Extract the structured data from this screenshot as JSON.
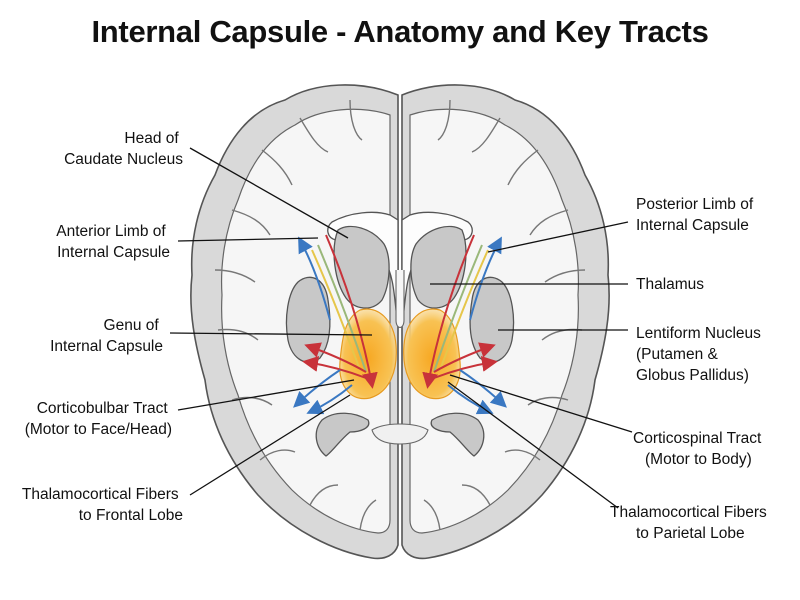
{
  "title": "Internal Capsule - Anatomy and Key Tracts",
  "labels": {
    "head_caudate": [
      "Head of",
      "Caudate Nucleus"
    ],
    "anterior_limb": [
      "Anterior Limb of",
      "Internal Capsule"
    ],
    "genu": [
      "Genu of",
      "Internal Capsule"
    ],
    "corticobulbar": [
      "Corticobulbar Tract",
      "(Motor to Face/Head)"
    ],
    "thalamocortical_frontal": [
      "Thalamocortical Fibers",
      "to Frontal Lobe"
    ],
    "posterior_limb": [
      "Posterior Limb of",
      "Internal Capsule"
    ],
    "thalamus": [
      "Thalamus"
    ],
    "lentiform": [
      "Lentiform Nucleus",
      "(Putamen &",
      "Globus Pallidus)"
    ],
    "corticospinal": [
      "Corticospinal Tract",
      "(Motor to Body)"
    ],
    "thalamocortical_parietal": [
      "Thalamocortical Fibers",
      "to Parietal Lobe"
    ]
  },
  "colors": {
    "brain_outer": "#d9d9d9",
    "white_matter": "#f6f6f6",
    "nuclei": "#c8c8c8",
    "capsule_highlight": "#f7b733",
    "tract_red": "#c8323a",
    "tract_blue": "#3a78c2",
    "tract_yellow": "#e6c64a",
    "tract_green": "#9ab87a"
  }
}
